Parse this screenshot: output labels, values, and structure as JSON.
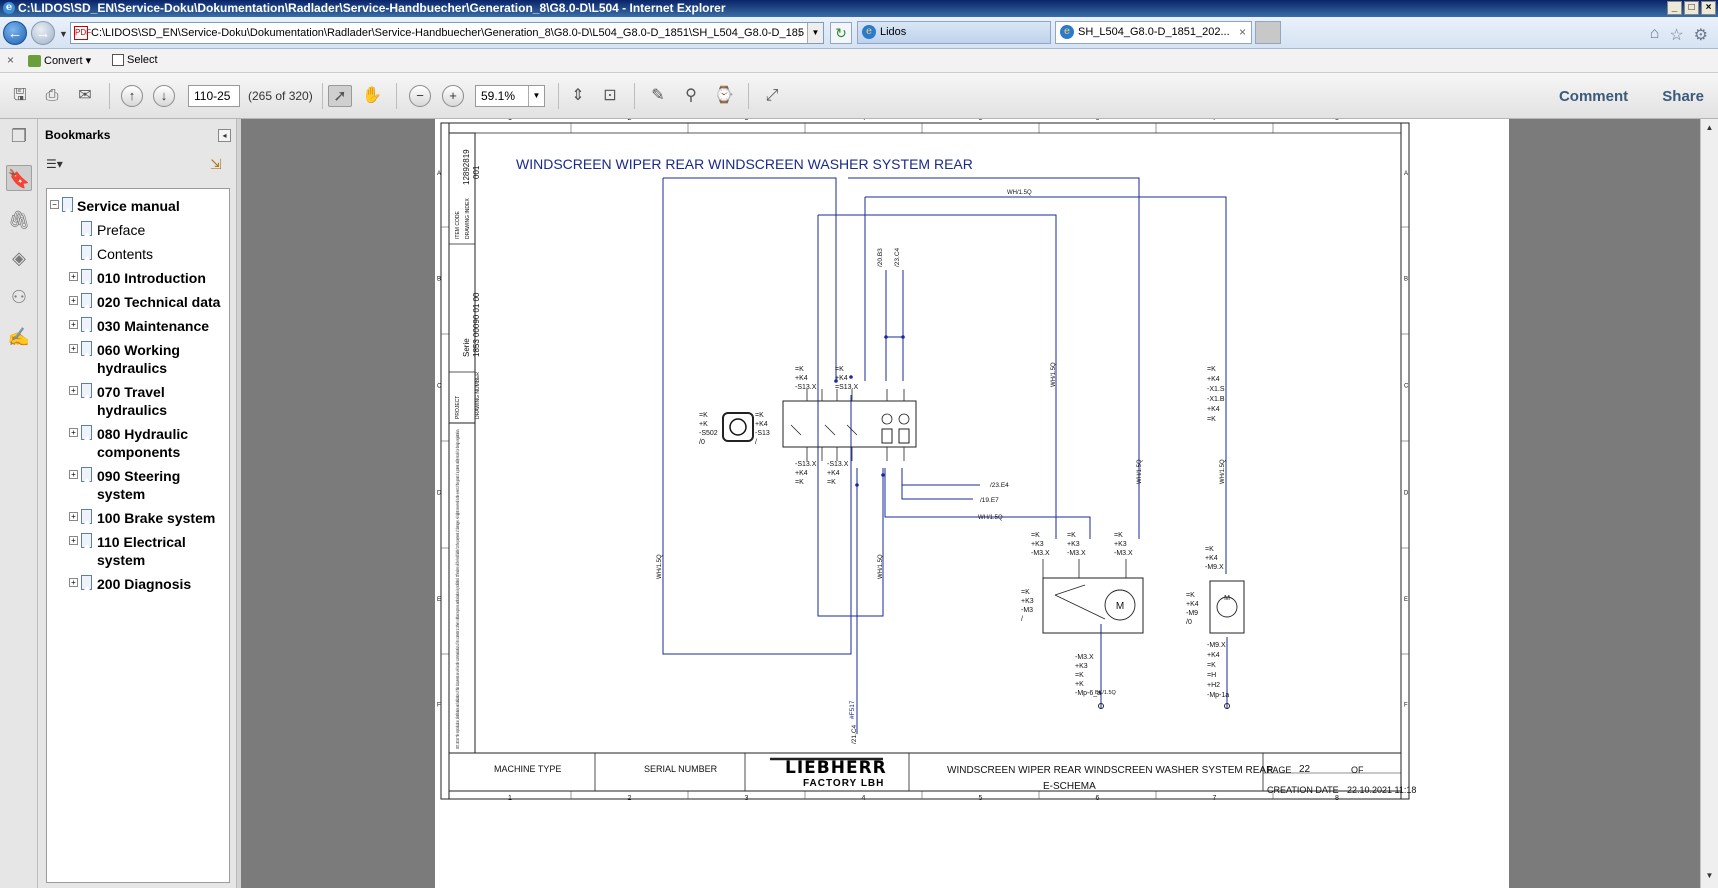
{
  "window": {
    "title": "C:\\LIDOS\\SD_EN\\Service-Doku\\Dokumentation\\Radlader\\Service-Handbuecher\\Generation_8\\G8.0-D\\L504 - Internet Explorer",
    "controls": {
      "minimize": "_",
      "maximize": "□",
      "close": "×"
    }
  },
  "browser": {
    "address": "C:\\LIDOS\\SD_EN\\Service-Doku\\Dokumentation\\Radlader\\Service-Handbuecher\\Generation_8\\G8.0-D\\L504_G8.0-D_1851\\SH_L504_G8.0-D_185",
    "tabs": [
      {
        "label": "Lidos"
      },
      {
        "label": "SH_L504_G8.0-D_1851_202..."
      }
    ],
    "command_bar": {
      "convert": "Convert",
      "select": "Select"
    }
  },
  "pdf_toolbar": {
    "page_input": "110-25",
    "page_count": "(265 of 320)",
    "zoom": "59.1%",
    "comment": "Comment",
    "share": "Share"
  },
  "bookmarks": {
    "title": "Bookmarks",
    "items": [
      {
        "label": "Service manual",
        "level": 0,
        "expander": "−"
      },
      {
        "label": "Preface",
        "level": 1,
        "expander": ""
      },
      {
        "label": "Contents",
        "level": 1,
        "expander": ""
      },
      {
        "label": "010 Introduction",
        "level": 1,
        "expander": "+"
      },
      {
        "label": "020 Technical data",
        "level": 1,
        "expander": "+"
      },
      {
        "label": "030 Maintenance",
        "level": 1,
        "expander": "+"
      },
      {
        "label": "060 Working hydraulics",
        "level": 1,
        "expander": "+"
      },
      {
        "label": "070 Travel hydraulics",
        "level": 1,
        "expander": "+"
      },
      {
        "label": "080 Hydraulic components",
        "level": 1,
        "expander": "+"
      },
      {
        "label": "090 Steering system",
        "level": 1,
        "expander": "+"
      },
      {
        "label": "100 Brake system",
        "level": 1,
        "expander": "+"
      },
      {
        "label": "110 Electrical system",
        "level": 1,
        "expander": "+"
      },
      {
        "label": "200 Diagnosis",
        "level": 1,
        "expander": "+"
      }
    ]
  },
  "drawing": {
    "title": "WINDSCREEN WIPER REAR WINDSCREEN WASHER SYSTEM REAR",
    "grid_cols": [
      "1",
      "2",
      "3",
      "4",
      "5",
      "6",
      "7",
      "8"
    ],
    "grid_rows": [
      "A",
      "B",
      "C",
      "D",
      "E",
      "F"
    ],
    "side_block": {
      "item_code_label": "ITEM CODE",
      "item_code": "12892819",
      "index_label": "DRAWING INDEX",
      "index": "001",
      "project_label": "PROJECT",
      "project": "Serie",
      "drawing_number_label": "DRAWING NUMBER",
      "drawing_number": "1853 00090 01 00",
      "iso_note": "ISO 16016 The reproduction, distribution and utilization of this document as well as the communication of its contents to others without express authorization is prohibited. Offenders will be held liable for the payment of damages. All rights reserved in the event of the grant of a patent, utility model or design registration."
    },
    "title_block": {
      "machine_type_label": "MACHINE TYPE",
      "serial_number_label": "SERIAL NUMBER",
      "logo": "LIEBHERR",
      "factory": "FACTORY  LBH",
      "title": "WINDSCREEN WIPER REAR WINDSCREEN WASHER SYSTEM REAR",
      "subtitle": "E-SCHEMA",
      "page_label": "PAGE",
      "page": "22",
      "of_label": "OF",
      "creation_label": "CREATION DATE",
      "creation_date": "22.10.2021  11:18"
    },
    "wire_labels": [
      "WH/1.5Q",
      "WH/1.5Q",
      "WH/1.5Q",
      "WH/1.5Q",
      "WH/1.5Q",
      "WH/1.5Q",
      "WH/1.5Q",
      "BK/1.5Q"
    ],
    "references": [
      "/20.B3",
      "/23.C4",
      "/23.E4",
      "/19.E7",
      "/21.C4",
      "#F517"
    ],
    "components": {
      "switch_ref": [
        "=K",
        "+K4",
        "-S13",
        "/"
      ],
      "switch_symbol_ref": [
        "=K",
        "+K",
        "-S502",
        "/0"
      ],
      "s13_top_left": [
        "=K",
        "+K4",
        "-S13.X"
      ],
      "s13_top_right": [
        "=K",
        "+K4",
        "=S13.X"
      ],
      "s13_bottom_left": [
        "-S13.X",
        "+K4",
        "=K"
      ],
      "s13_bottom_right": [
        "-S13.X",
        "+K4",
        "=K"
      ],
      "m3_ref": [
        "=K",
        "+K3",
        "-M3",
        "/"
      ],
      "m3_conn_1": [
        "=K",
        "+K3",
        "-M3.X"
      ],
      "m3_conn_2": [
        "=K",
        "+K3",
        "-M3.X"
      ],
      "m3_conn_3": [
        "=K",
        "+K3",
        "-M3.X"
      ],
      "m3_bottom": [
        "-M3.X",
        "+K3",
        "=K",
        "+K",
        "-Mp-6_a"
      ],
      "m9_ref": [
        "=K",
        "+K4",
        "-M9",
        "/0"
      ],
      "m9_conn": [
        "=K",
        "+K4",
        "-M9.X"
      ],
      "m9_bottom": [
        "-M9.X",
        "+K4",
        "=K",
        "=H",
        "+H2",
        "-Mp-1a"
      ],
      "x1_ref": [
        "=K",
        "+K4",
        "-X1.S",
        "-X1.B",
        "+K4",
        "=K"
      ],
      "motor_symbol": "M"
    }
  }
}
